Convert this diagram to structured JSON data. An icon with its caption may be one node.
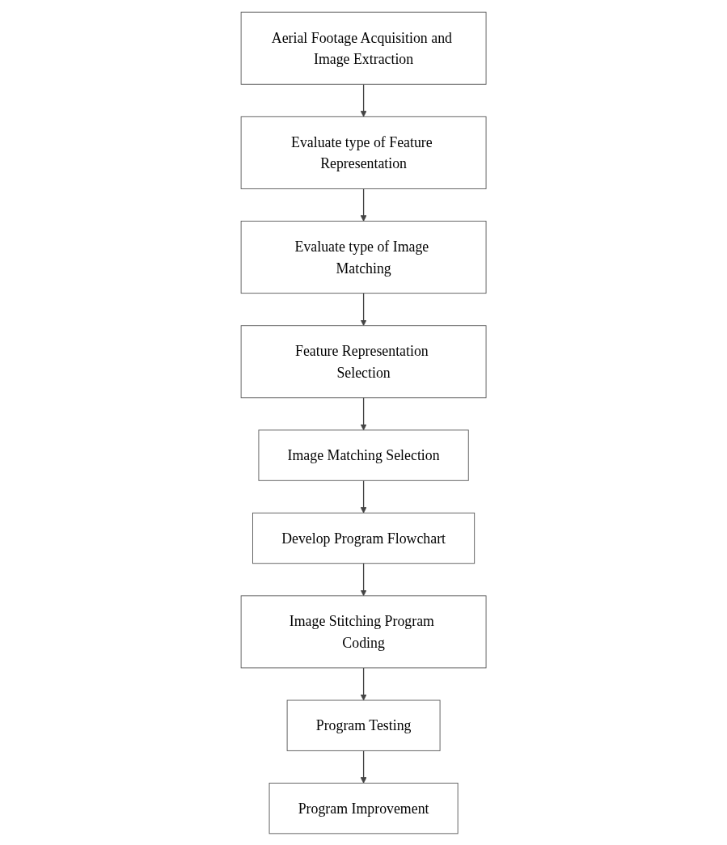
{
  "diagram": {
    "nodes": [
      {
        "text": [
          "Aerial Footage Acquisition and Image Extraction"
        ]
      },
      {
        "text": [
          "Evaluate type of Feature Representation"
        ]
      },
      {
        "text": [
          "Feature Representation Selection"
        ]
      },
      {
        "text": [
          "Evaluate type of Image Matching"
        ]
      },
      {
        "text": [
          "Image Matching Selection"
        ]
      },
      {
        "text": [
          "Develop Program Flowchart"
        ]
      },
      {
        "text": [
          "Program Testing"
        ]
      },
      {
        "text": [
          "Image Stitching Program Coding"
        ]
      },
      {
        "text": [
          "Program Improvement"
        ]
      }
    ],
    "edges": [
      {
        "from": 0,
        "to": 1,
        "arrow": "to"
      },
      {
        "from": 1,
        "to": 3,
        "arrow": "to"
      },
      {
        "from": 3,
        "to": 2,
        "arrow": "to"
      },
      {
        "from": 2,
        "to": 4,
        "arrow": "to"
      },
      {
        "from": 4,
        "to": 5,
        "arrow": "to"
      },
      {
        "from": 5,
        "to": 7,
        "arrow": "to"
      },
      {
        "from": 7,
        "to": 6,
        "arrow": "to"
      },
      {
        "from": 6,
        "to": 8,
        "arrow": "to"
      }
    ]
  }
}
